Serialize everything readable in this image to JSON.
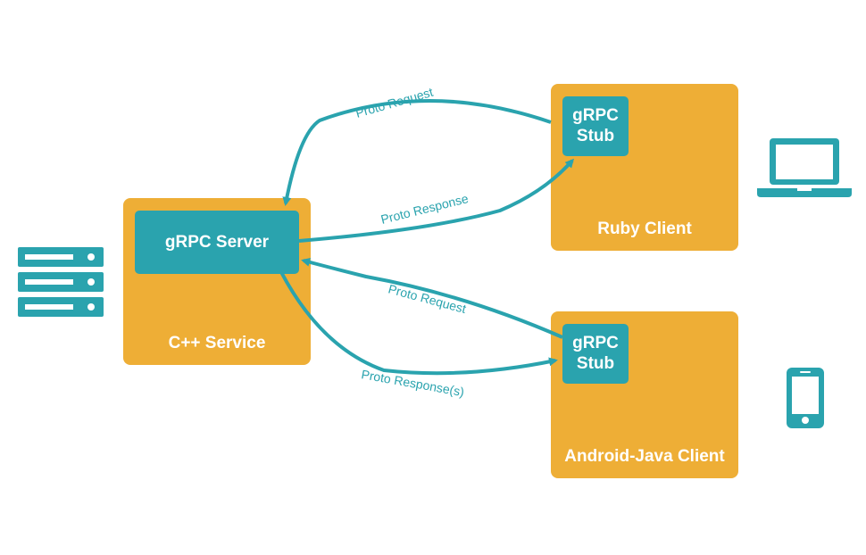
{
  "colors": {
    "box": "#EEAE36",
    "accent": "#2AA3AE",
    "text_on_box": "#FFFFFF"
  },
  "server": {
    "inner_label": "gRPC Server",
    "label": "C++ Service",
    "icon": "server-rack-icon"
  },
  "ruby_client": {
    "stub_line1": "gRPC",
    "stub_line2": "Stub",
    "label": "Ruby Client",
    "icon": "laptop-icon"
  },
  "android_client": {
    "stub_line1": "gRPC",
    "stub_line2": "Stub",
    "label": "Android-Java Client",
    "icon": "phone-icon"
  },
  "arrows": {
    "ruby_request": "Proto Request",
    "ruby_response": "Proto Response",
    "android_request": "Proto Request",
    "android_response": "Proto Response(s)"
  }
}
